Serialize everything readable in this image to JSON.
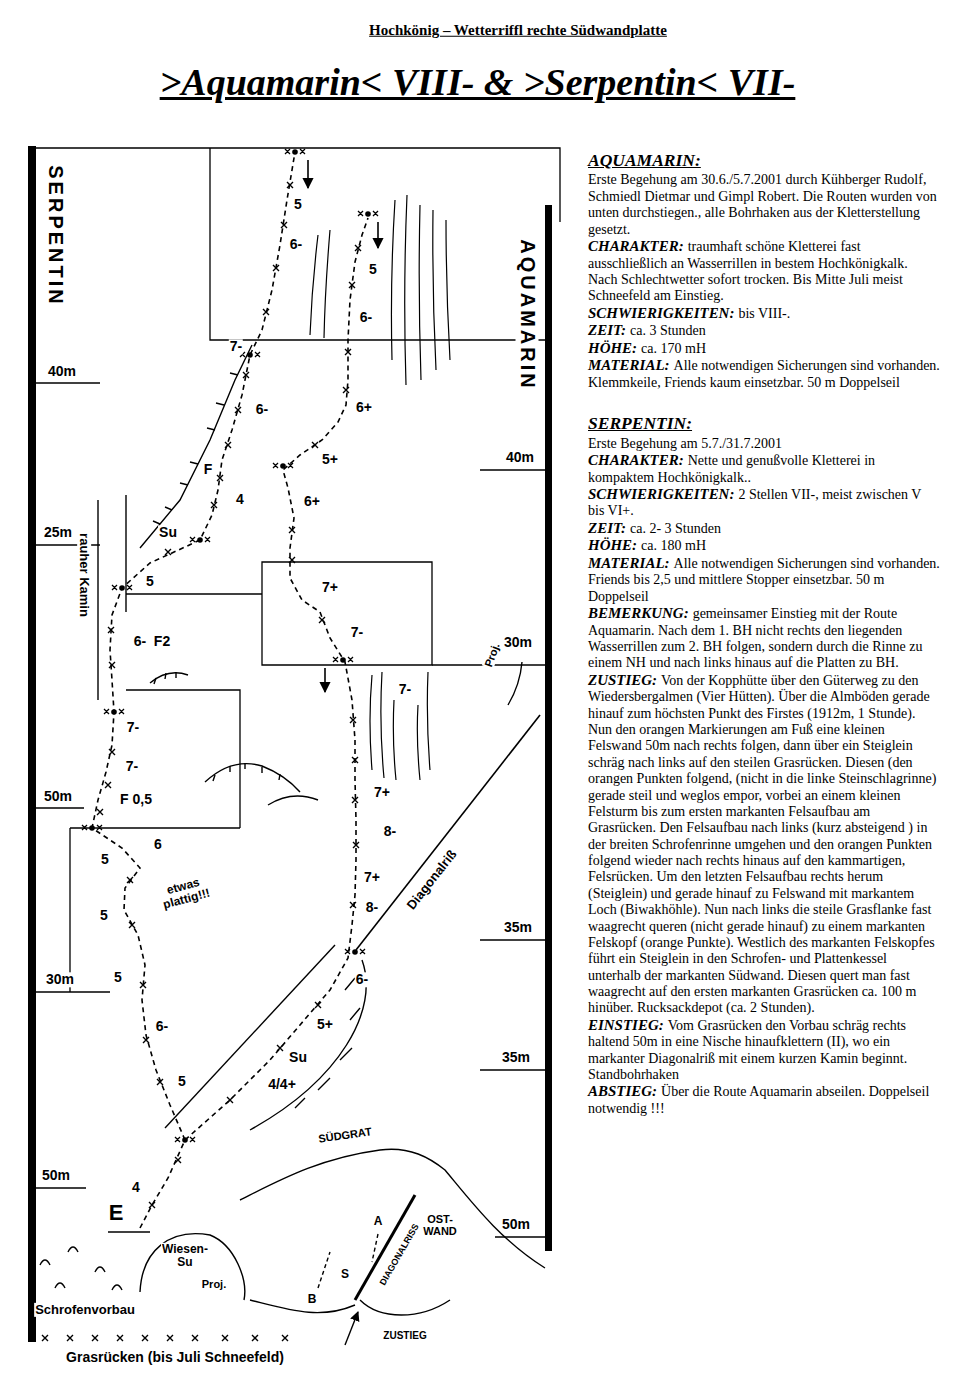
{
  "diagram": {
    "title": ">Aquamarin< VIII- & >Serpentin< VII-",
    "nodes": [
      {
        "text": [
          "SERPENTIN"
        ]
      },
      {
        "text": [
          "AQUAMARIN"
        ]
      }
    ],
    "labels": [
      "Hochkönig – Wetterriffl rechte Südwandplatte",
      "40m",
      "25m",
      "50m",
      "30m",
      "50m",
      "40m",
      "30m",
      "35m",
      "35m",
      "50m",
      "5",
      "6-",
      "7-",
      "6-",
      "F",
      "4",
      "Su",
      "5",
      "rauher Kamin",
      "6-",
      "F2",
      "7-",
      "7-",
      "F 0,5",
      "5",
      "6",
      "etwas plattig!!!",
      "5",
      "5",
      "6-",
      "5",
      "4",
      "E",
      "5",
      "6-",
      "6+",
      "5+",
      "6+",
      "7+",
      "7-",
      "7-",
      "7+",
      "8-",
      "7+",
      "8-",
      "Diagonalriß",
      "Proj.",
      "6-",
      "5+",
      "Su",
      "4/4+",
      "Wiesen-Su",
      "Proj.",
      "SÜDGRAT",
      "A",
      "OST- WAND",
      "DIAGONALRISS",
      "S",
      "B",
      "Schrofenvorbau",
      "ZUSTIEG",
      "Grasrücken (bis Juli Schneefeld)",
      "AQUAMARIN:",
      "Erste Begehung am 30.6./5.7.2001 durch Kühberger Rudolf, Schmiedl Dietmar und Gimpl Robert. Die Routen wurden von unten durchstiegen., alle Bohrhaken aus der Kletterstellung gesetzt.",
      "CHARAKTER:",
      "traumhaft schöne Kletterei fast ausschließlich an Wasserrillen in bestem Hochkönigkalk. Nach Schlechtwetter sofort trocken. Bis Mitte Juli meist Schneefeld am Einstieg.",
      "SCHWIERIGKEITEN:",
      "bis VIII-.",
      "ZEIT:",
      "ca. 3 Stunden",
      "HÖHE:",
      "ca. 170 mH",
      "MATERIAL:",
      "Alle notwendigen Sicherungen sind vorhanden. Klemmkeile, Friends kaum einsetzbar. 50 m Doppelseil",
      "SERPENTIN:",
      "Erste Begehung am 5.7./31.7.2001",
      "CHARAKTER:",
      "Nette und genußvolle Kletterei in kompaktem Hochkönigkalk..",
      "SCHWIERIGKEITEN:",
      "2 Stellen VII-, meist zwischen V bis VI+.",
      "ZEIT:",
      "ca. 2- 3 Stunden",
      "HÖHE:",
      "ca. 180 mH",
      "MATERIAL:",
      "Alle notwendigen Sicherungen sind vorhanden. Friends bis 2,5 und mittlere Stopper einsetzbar. 50 m Doppelseil",
      "BEMERKUNG:",
      "gemeinsamer Einstieg mit der Route Aquamarin. Nach dem 1. BH nicht rechts den liegenden Wasserrillen zum 2. BH folgen, sondern durch die Rinne zu einem NH und nach links hinaus auf die Platten zu BH.",
      "ZUSTIEG:",
      "Von der Kopphütte über den Güterweg zu den Wiedersbergalmen (Vier Hütten). Über die Almböden gerade hinauf zum höchsten Punkt des Firstes (1912m, 1 Stunde). Nun den orangen Markierungen am Fuß eine kleinen Felswand 50m nach rechts folgen, dann über ein Steiglein schräg nach links auf den steilen Grasrücken. Diesen (den orangen Punkten folgend, (nicht in die linke Steinschlagrinne) gerade steil und weglos empor, vorbei an einem kleinen Felsturm bis zum ersten markanten Felsaufbau am Grasrücken. Den Felsaufbau nach links (kurz absteigend ) in der breiten Schrofenrinne umgehen und den orangen Punkten folgend wieder nach rechts hinaus auf den kammartigen, Felsrücken. Um den letzten Felsaufbau rechts herum (Steiglein) und gerade hinauf zu Felswand mit markantem Loch (Biwakhöhle). Nun nach links die steile Grasflanke fast waagrecht queren (nicht gerade hinauf) zu einem markanten Felskopf (orange Punkte). Westlich des markanten Felskopfes führt ein Steiglein in den Schrofen- und Plattenkessel unterhalb der markanten Südwand. Diesen quert man fast waagrecht auf den ersten markanten Grasrücken ca. 100 m hinüber. Rucksackdepot (ca. 2 Stunden).",
      "EINSTIEG:",
      "Vom Grasrücken den Vorbau schräg rechts haltend 50m in eine Nische hinaufklettern (II), wo ein markanter Diagonalriß mit einem kurzen Kamin beginnt. Standbohrhaken",
      "ABSTIEG:",
      "Über die Route Aquamarin abseilen. Doppelseil notwendig !!!"
    ]
  }
}
